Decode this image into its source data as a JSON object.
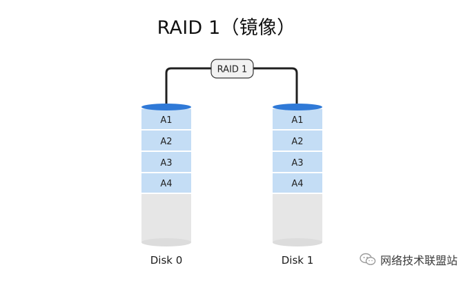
{
  "title": "RAID 1（镜像）",
  "controller": {
    "label": "RAID 1"
  },
  "disks": [
    {
      "label": "Disk 0",
      "blocks": [
        "A1",
        "A2",
        "A3",
        "A4"
      ]
    },
    {
      "label": "Disk 1",
      "blocks": [
        "A1",
        "A2",
        "A3",
        "A4"
      ]
    }
  ],
  "watermark": {
    "text": "网络技术联盟站",
    "icon": "wechat-icon"
  },
  "colors": {
    "block_fill": "#c4ddf5",
    "disk_top": "#2f79d7",
    "disk_body": "#e6e6e6",
    "connector": "#1f1f1f"
  }
}
